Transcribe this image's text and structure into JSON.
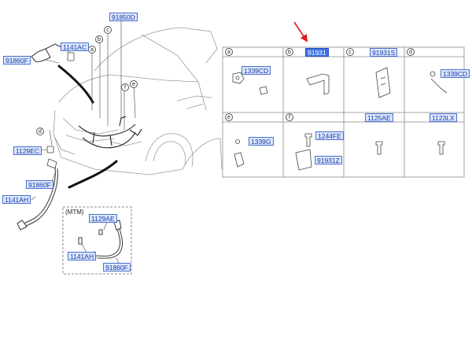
{
  "callouts": {
    "a": "a",
    "b": "b",
    "c": "c",
    "d": "d",
    "e": "e",
    "f": "f"
  },
  "vehicle_parts": {
    "p91850D": "91850D",
    "p1141AC": "1141AC",
    "p91860F_top": "91860F",
    "p1129EC": "1129EC",
    "p91860F_mid": "91860F",
    "p1141AH": "1141AH"
  },
  "mtm": {
    "label": "(MTM)",
    "p1129AE": "1129AE",
    "p1141AH": "1141AH",
    "p91860F": "91860F"
  },
  "table": {
    "cells": [
      {
        "letter": "a",
        "header_part": "",
        "parts": [
          "1339CD"
        ]
      },
      {
        "letter": "b",
        "header_part": "91931",
        "parts": []
      },
      {
        "letter": "c",
        "header_part": "91931S",
        "parts": []
      },
      {
        "letter": "d",
        "header_part": "",
        "parts": [
          "1339CD"
        ]
      },
      {
        "letter": "e",
        "header_part": "",
        "parts": [
          "1339G"
        ]
      },
      {
        "letter": "f",
        "header_part": "",
        "parts": [
          "1244FE",
          "91931Z"
        ]
      },
      {
        "letter": "",
        "header_part": "1125AE",
        "parts": []
      },
      {
        "letter": "",
        "header_part": "1123LX",
        "parts": []
      }
    ]
  },
  "colors": {
    "highlight": "#3f72e6",
    "pointer_arrow": "#e01b1b",
    "label_border": "#4a6fd0"
  }
}
